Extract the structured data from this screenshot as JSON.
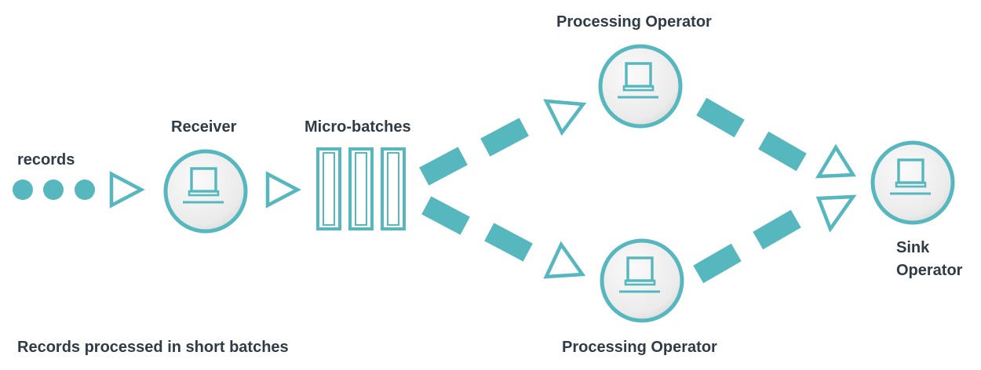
{
  "labels": {
    "records": "records",
    "receiver": "Receiver",
    "micro_batches": "Micro-batches",
    "processing_top": "Processing Operator",
    "processing_bottom": "Processing Operator",
    "sink_line1": "Sink",
    "sink_line2": "Operator",
    "caption": "Records processed in short batches"
  },
  "colors": {
    "accent": "#56b7bf",
    "text": "#2f3b47",
    "node_fill_light": "#fafafa",
    "node_fill_dark": "#d8d8d8"
  },
  "icons": {
    "node": "computer-monitor-icon",
    "flow": "triangle-arrow-icon",
    "record": "record-dot-icon",
    "batch": "batch-slot-icon"
  }
}
